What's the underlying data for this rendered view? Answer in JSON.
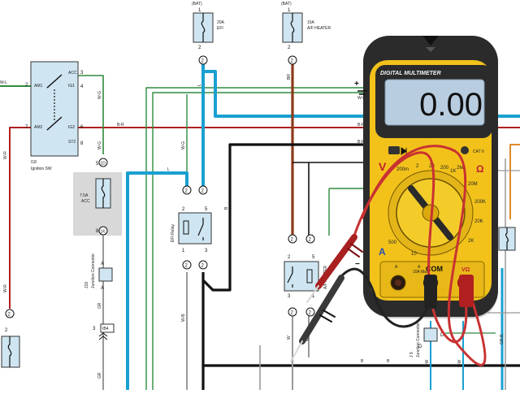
{
  "colors": {
    "wire_blue": "#1aa0d0",
    "wire_red": "#b02020",
    "wire_brown": "#8b3a1a",
    "wire_green": "#2e8b3e",
    "wire_black": "#111111",
    "meter_yellow": "#f2c21b",
    "meter_body": "#2b2b2b",
    "lcd": "#b9cde0",
    "relay_fill": "#cfe6f2",
    "fuse_fill": "#cfe6f2",
    "acc_box": "#d8d8d8",
    "orange": "#e08a2a"
  },
  "fuses": {
    "efi": {
      "source": "(BAT)",
      "rating": "20A",
      "name": "EFI",
      "pin_top": "1",
      "pin_bottom": "2",
      "connector": "2"
    },
    "ac_heater": {
      "source": "(BAT)",
      "rating": "15A",
      "name": "A/F HEATER",
      "pin_top": "1",
      "pin_bottom": "2",
      "connector": "2"
    },
    "acc": {
      "rating": "7.5A",
      "name": "ACC",
      "pin_top": "5",
      "pin_bottom": "8",
      "conn_top": "1D",
      "conn_bottom": "1K"
    },
    "left_bottom": {
      "pin": "2",
      "connector": "2"
    }
  },
  "ignition_switch": {
    "id": "I18",
    "label": "Ignition SW",
    "terminals": [
      "AM1",
      "AM2",
      "ACC",
      "IG1",
      "IG2",
      "ST2"
    ],
    "pins": [
      "2",
      "7",
      "3",
      "4",
      "6",
      "8"
    ]
  },
  "wire_labels": [
    "W-L",
    "W-R",
    "W-G",
    "B-R",
    "W-G",
    "L",
    "BR",
    "L",
    "W-G",
    "B",
    "W-R",
    "GR",
    "GR",
    "W-B",
    "W",
    "W-B",
    "B",
    "B",
    "L-W",
    "L-W",
    "GR-B",
    "B-R",
    "W-G",
    "B-R"
  ],
  "relays": {
    "efi": {
      "label": "EFI Relay",
      "pins": [
        "2",
        "5",
        "1",
        "3"
      ],
      "connectors": [
        "2",
        "2",
        "2",
        "2"
      ]
    },
    "heater": {
      "label": "A/F HEATER",
      "pins": [
        "2",
        "5",
        "3",
        "1"
      ],
      "connectors": [
        "2",
        "2",
        "2",
        "2"
      ]
    }
  },
  "junction_connectors": {
    "j19": {
      "id": "J19",
      "label": "Junction Connector",
      "pins": [
        "A",
        "A"
      ]
    },
    "j9": {
      "id": "J 9",
      "label": "Junction Connector",
      "pins": [
        "D",
        "D"
      ]
    },
    "ib4": {
      "id": "IB4",
      "pin": "3"
    }
  },
  "multimeter": {
    "brand": "DIGITAL MULTIMETER",
    "reading": "0.00",
    "top_labels": [
      "CAT II"
    ],
    "dial_labels": [
      "200m",
      "2",
      "20",
      "200",
      "1K",
      "2M",
      "20M",
      "200K",
      "20K",
      "2K",
      "500",
      "10"
    ],
    "ports": [
      "10A Max",
      "COM",
      "VΩ"
    ],
    "port_markers": [
      "A",
      "A"
    ],
    "section_marks": [
      "V",
      "Ω",
      "A"
    ]
  },
  "icons": [
    "power-icon",
    "down-arrow-icon",
    "diode-icon",
    "battery-icon",
    "plus-icon",
    "minus-icon"
  ]
}
